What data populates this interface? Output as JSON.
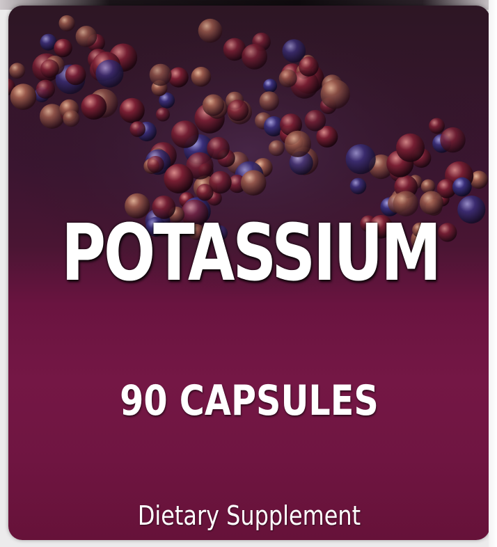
{
  "label": {
    "product_name": "POTASSIUM",
    "count": "90 CAPSULES",
    "category": "Dietary Supplement"
  },
  "colors": {
    "label_background": "#6f1541",
    "label_top": "#2d1624",
    "text": "#ffffff"
  },
  "icons": {
    "artwork": "molecule-cluster-illustration"
  }
}
